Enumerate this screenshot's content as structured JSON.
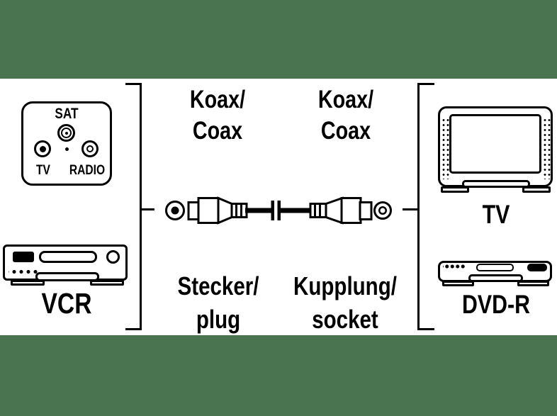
{
  "colors": {
    "chroma_green": "#4A734F",
    "ink": "#000000",
    "paper": "#FFFFFF"
  },
  "labels": {
    "wallplate": {
      "sat": "SAT",
      "tv": "TV",
      "radio": "RADIO"
    },
    "vcr": "VCR",
    "tv": "TV",
    "dvd": "DVD-R",
    "koax_left": {
      "line1": "Koax/",
      "line2": "Coax"
    },
    "koax_right": {
      "line1": "Koax/",
      "line2": "Coax"
    },
    "plug": {
      "line1": "Stecker/",
      "line2": "plug"
    },
    "socket": {
      "line1": "Kupplung/",
      "line2": "socket"
    }
  },
  "icons": {
    "color_swatch": "green square swatch",
    "sat_wallplate": "rounded square antenna wall plate with SAT, TV and RADIO coax sockets",
    "vcr": "video cassette recorder front view",
    "crt_tv": "CRT television front view with speaker dots",
    "dvd_player": "slim DVD player front view",
    "coax_cable": "coax antenna cable with male plug (left) and female coupler (right)",
    "cable_break": "double tick length-break marks on cable",
    "left_bracket": "grouping bracket around left devices",
    "right_bracket": "grouping bracket around right devices"
  }
}
